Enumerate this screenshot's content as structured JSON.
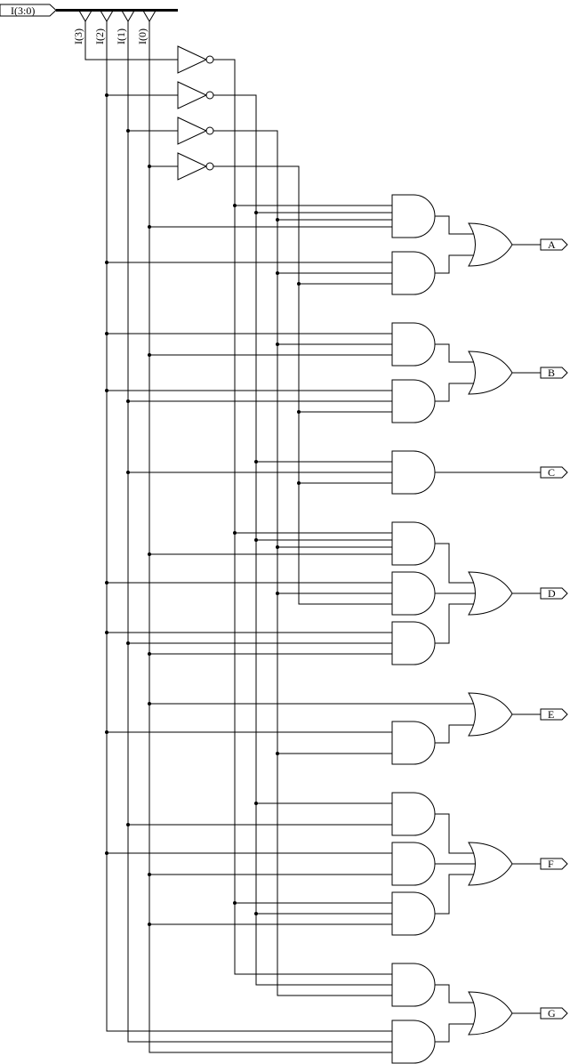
{
  "input_bus": {
    "label": "I(3:0)"
  },
  "bus_taps": [
    "I(3)",
    "I(2)",
    "I(1)",
    "I(0)"
  ],
  "outputs": [
    "A",
    "B",
    "C",
    "D",
    "E",
    "F",
    "G"
  ]
}
